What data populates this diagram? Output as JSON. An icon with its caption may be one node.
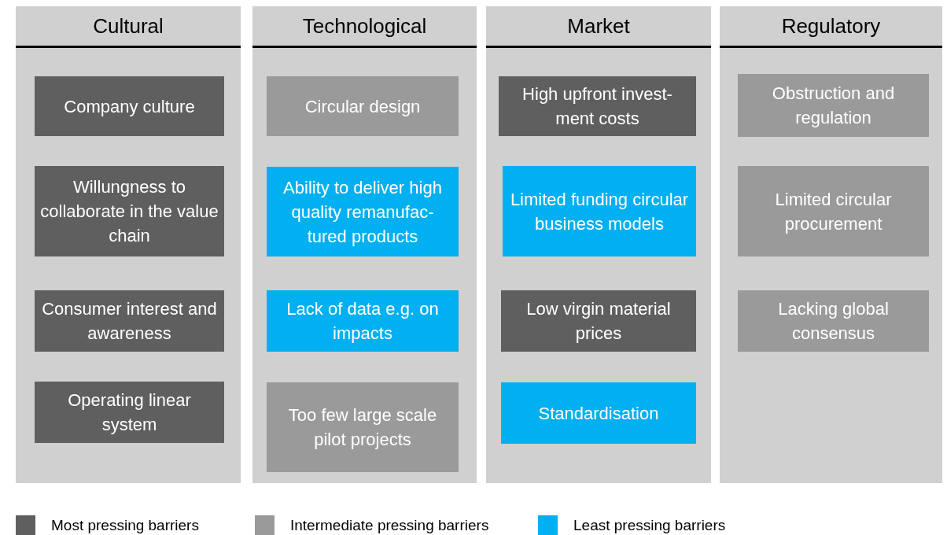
{
  "diagram": {
    "nodes": [
      {
        "text": [
          "Cultural"
        ]
      },
      {
        "text": [
          "Company culture"
        ],
        "in": 0
      },
      {
        "text": [
          "Willungness to collaborate in the value chain"
        ],
        "in": 0
      },
      {
        "text": [
          "Consumer interest and awareness"
        ],
        "in": 0
      },
      {
        "text": [
          "Operating linear system"
        ],
        "in": 0
      },
      {
        "text": [
          "Technological"
        ]
      },
      {
        "text": [
          "Circular design"
        ],
        "in": 5
      },
      {
        "text": [
          "Ability to deliver high quality remanufac- tured products"
        ],
        "in": 5
      },
      {
        "text": [
          "Lack of data e.g. on impacts"
        ],
        "in": 5
      },
      {
        "text": [
          "Too few large scale pilot projects"
        ],
        "in": 5
      },
      {
        "text": [
          "Market"
        ]
      },
      {
        "text": [
          "High upfront invest- ment costs"
        ],
        "in": 10
      },
      {
        "text": [
          "Limited funding circular business models"
        ],
        "in": 10
      },
      {
        "text": [
          "Low virgin material prices"
        ],
        "in": 10
      },
      {
        "text": [
          "Standardisation"
        ],
        "in": 10
      },
      {
        "text": [
          "Regulatory"
        ]
      },
      {
        "text": [
          "Obstruction and regulation"
        ],
        "in": 15
      },
      {
        "text": [
          "Limited circular procurement"
        ],
        "in": 15
      },
      {
        "text": [
          "Lacking global consensus"
        ],
        "in": 15
      }
    ],
    "edges": [],
    "legend": [
      {
        "text": "Most pressing barriers",
        "color": "#5f5f5f"
      },
      {
        "text": "Intermediate pressing barriers",
        "color": "#9a9a9a"
      },
      {
        "text": "Least pressing barriers",
        "color": "#00b0f0"
      }
    ]
  }
}
